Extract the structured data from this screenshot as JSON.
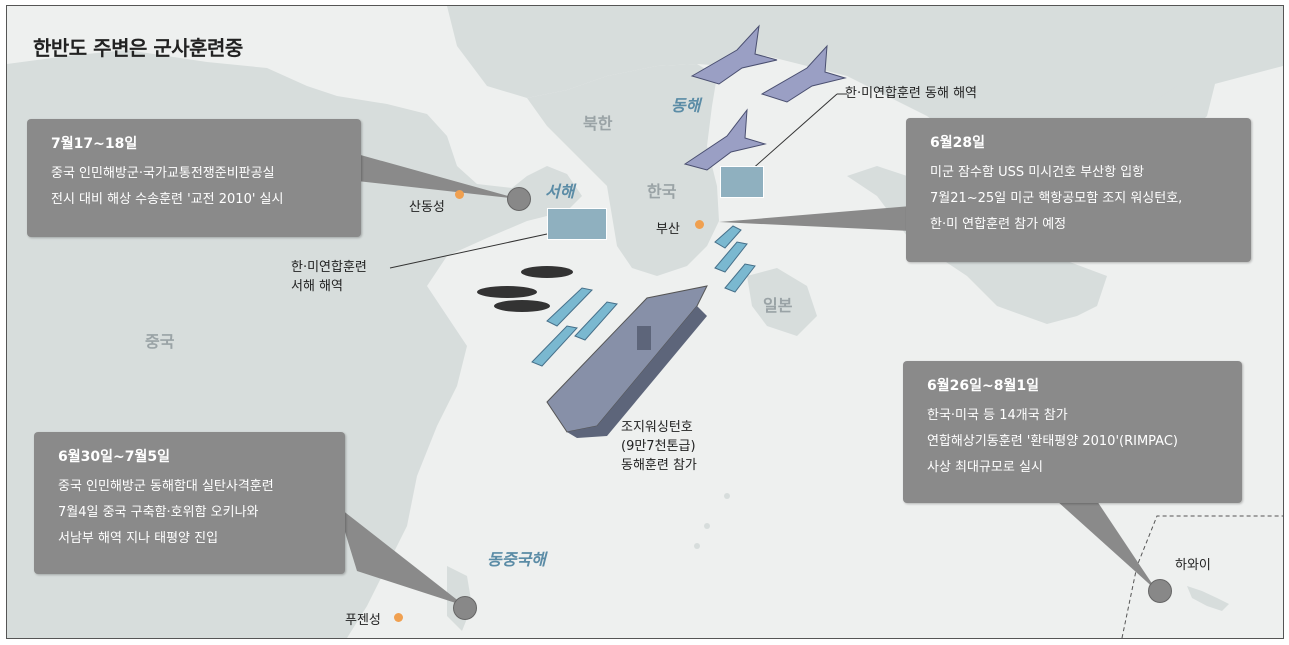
{
  "title": "한반도 주변은 군사훈련중",
  "seas": {
    "east_sea": "동해",
    "west_sea": "서해",
    "east_china_sea": "동중국해"
  },
  "countries": {
    "north_korea": "북한",
    "korea": "한국",
    "china": "중국",
    "japan": "일본"
  },
  "places": {
    "shandong": "산동성",
    "busan": "부산",
    "fujian": "푸젠성",
    "hawaii": "하와이"
  },
  "labels": {
    "east_sea_zone": "한·미연합훈련 동해 해역",
    "west_sea_zone_1": "한·미연합훈련",
    "west_sea_zone_2": "서해 해역",
    "carrier_1": "조지워싱턴호",
    "carrier_2": "(9만7천톤급)",
    "carrier_3": "동해훈련 참가"
  },
  "boxes": {
    "china_west": {
      "date": "7월17~18일",
      "lines": [
        "중국 인민해방군·국가교통전쟁준비판공실",
        "전시 대비 해상 수송훈련 '교전 2010' 실시"
      ]
    },
    "busan": {
      "date": "6월28일",
      "lines": [
        "미군 잠수함 USS 미시건호 부산항 입항",
        "7월21~25일 미군 핵항공모함 조지 워싱턴호,",
        "한·미 연합훈련 참가 예정"
      ]
    },
    "china_south": {
      "date": "6월30일~7월5일",
      "lines": [
        "중국 인민해방군 동해함대 실탄사격훈련",
        "7월4일 중국 구축함·호위함 오키나와",
        "서남부 해역 지나 태평양 진입"
      ]
    },
    "rimpac": {
      "date": "6월26일~8월1일",
      "lines": [
        "한국·미국 등 14개국 참가",
        "연합해상기동훈련 '환태평양 2010'(RIMPAC)",
        "사상 최대규모로 실시"
      ]
    }
  },
  "colors": {
    "sea": "#eef0ef",
    "land": "#d6dcdb",
    "box": "#8a8a8a",
    "zone": "#8fb0bf",
    "dot": "#f0a050"
  }
}
